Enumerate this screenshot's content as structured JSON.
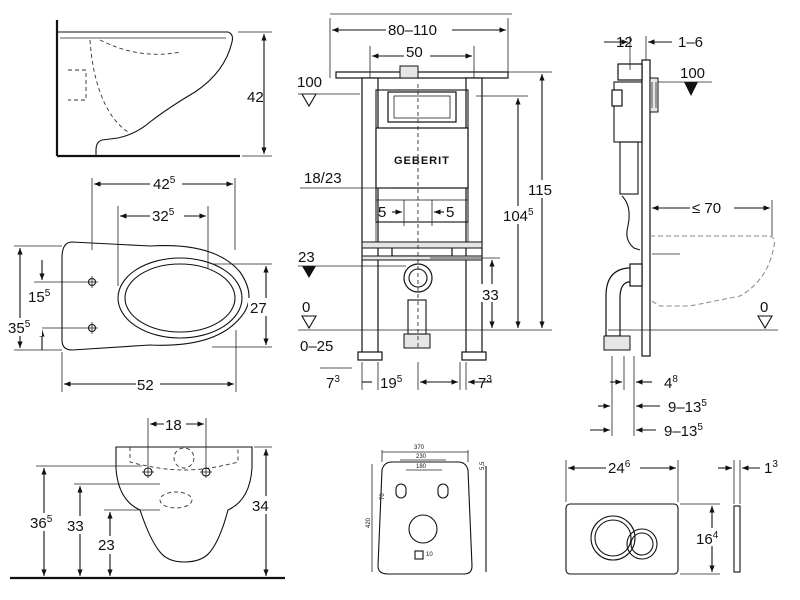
{
  "toilet_side_view": {
    "height": "42"
  },
  "toilet_top_view": {
    "width_outer": "42",
    "width_outer_sup": "5",
    "width_inner": "32",
    "width_inner_sup": "5",
    "length": "52",
    "hole_offset": "15",
    "hole_offset_sup": "5",
    "total_height": "35",
    "total_height_sup": "5",
    "bowl_height": "27"
  },
  "toilet_front_view": {
    "hole_spacing": "18",
    "height_total": "36",
    "height_total_sup": "5",
    "height_33": "33",
    "height_23": "23",
    "height_34": "34"
  },
  "frame_front_view": {
    "width_range": "80–110",
    "width_50": "50",
    "level_100": "100",
    "opening": "18/23",
    "offset_5_left": "5",
    "offset_5_right": "5",
    "level_23": "23",
    "height_33": "33",
    "level_0": "0",
    "level_range": "0–25",
    "height_115": "115",
    "height_104": "104",
    "height_104_sup": "5",
    "bottom_7_left": "7",
    "bottom_7_left_sup": "3",
    "bottom_19": "19",
    "bottom_19_sup": "5",
    "bottom_7_right": "7",
    "bottom_7_right_sup": "3",
    "brand": "GEBERIT"
  },
  "frame_side_view": {
    "depth_12": "12",
    "depth_range": "1–6",
    "level_100": "100",
    "reach": "≤ 70",
    "level_0": "0",
    "depth_4": "4",
    "depth_4_sup": "8",
    "range_1": "9–13",
    "range_1_sup": "5",
    "range_2": "9–13",
    "range_2_sup": "5"
  },
  "mounting_plate": {
    "width_370": "370",
    "width_230": "230",
    "width_180": "180",
    "height_420": "420",
    "dim_5_5": "5,5",
    "dim_70": "70",
    "dim_10": "10"
  },
  "flush_plate": {
    "width": "24",
    "width_sup": "6",
    "height": "16",
    "height_sup": "4",
    "thickness": "1",
    "thickness_sup": "3"
  }
}
